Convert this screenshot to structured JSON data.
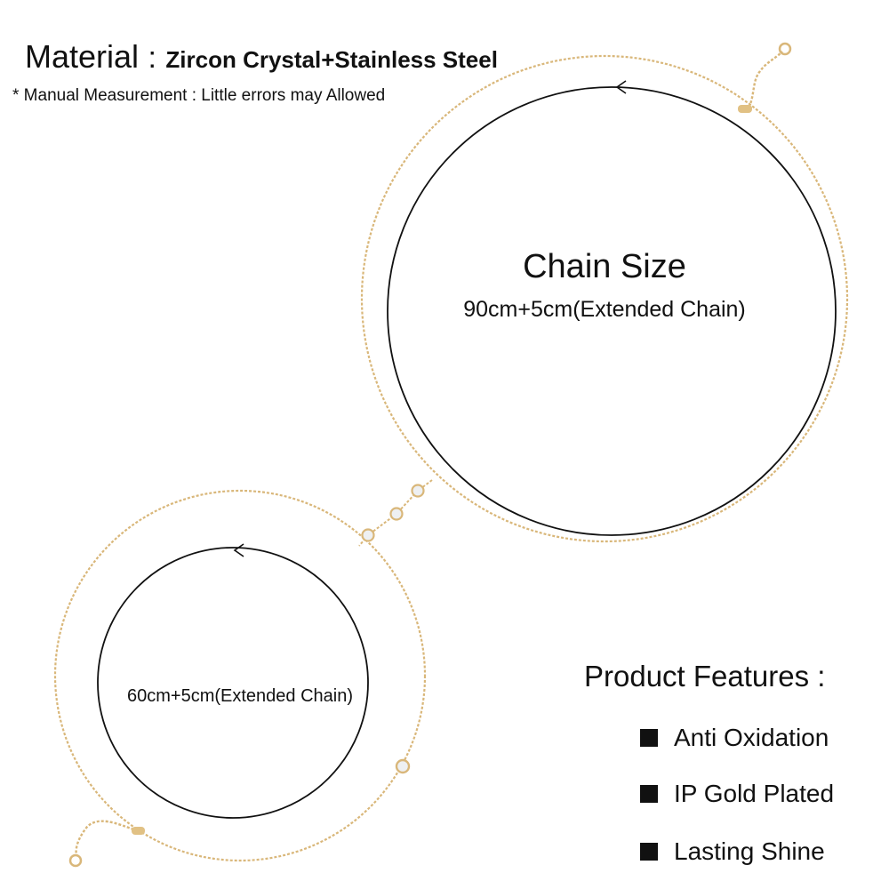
{
  "header": {
    "material_label": "Material",
    "material_separator": ":",
    "material_value": "Zircon Crystal+Stainless Steel",
    "note": "* Manual Measurement : Little errors may Allowed"
  },
  "sizes": {
    "title": "Chain Size",
    "large_chain": "90cm+5cm(Extended Chain)",
    "small_chain": "60cm+5cm(Extended Chain)"
  },
  "features": {
    "title": "Product Features :",
    "items": [
      "Anti Oxidation",
      "IP Gold Plated",
      "Lasting Shine"
    ]
  },
  "colors": {
    "chain_gold": "#d9b77a",
    "crystal": "#eef0f2",
    "outline": "#111111"
  },
  "icons": {
    "direction_arrow": "chevron-left-icon",
    "feature_bullet": "black-square-icon"
  }
}
